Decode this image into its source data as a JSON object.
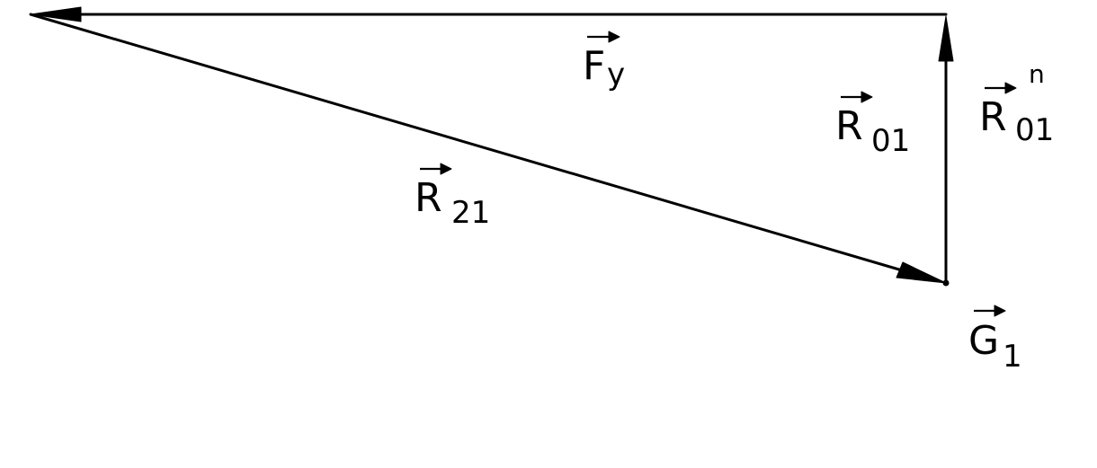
{
  "colors": {
    "background": "#ffffff",
    "stroke": "#000000"
  },
  "vectors": {
    "fy": {
      "letter": "F",
      "subscript": "y"
    },
    "r01": {
      "letter": "R",
      "subscript": "01"
    },
    "r01n": {
      "letter": "R",
      "subscript": "01",
      "superscript": "n"
    },
    "r21": {
      "letter": "R",
      "subscript": "21"
    },
    "g1": {
      "letter": "G",
      "subscript": "1"
    }
  }
}
